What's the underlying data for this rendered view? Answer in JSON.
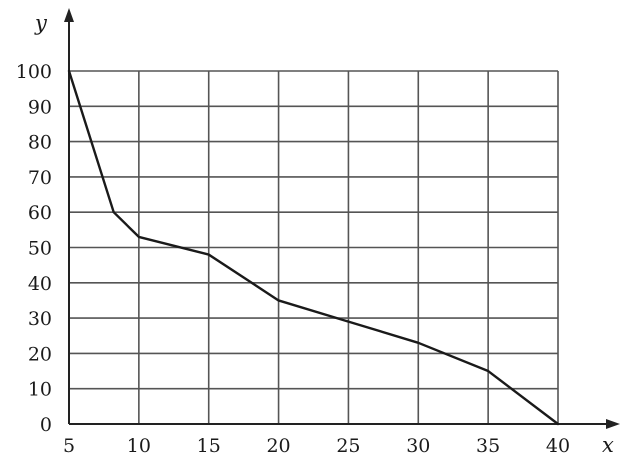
{
  "chart_data": {
    "type": "line",
    "title": "",
    "xlabel": "x",
    "ylabel": "y",
    "xlim": [
      5,
      40
    ],
    "ylim": [
      0,
      100
    ],
    "xticks": [
      5,
      10,
      15,
      20,
      25,
      30,
      35,
      40
    ],
    "yticks": [
      0,
      10,
      20,
      30,
      40,
      50,
      60,
      70,
      80,
      90,
      100
    ],
    "grid": true,
    "series": [
      {
        "color": "#1a1a1a",
        "x": [
          5,
          8.2,
          10,
          15,
          20,
          25,
          30,
          35,
          40
        ],
        "y": [
          100,
          60,
          53,
          48,
          35,
          29,
          23,
          15,
          0
        ]
      }
    ]
  }
}
